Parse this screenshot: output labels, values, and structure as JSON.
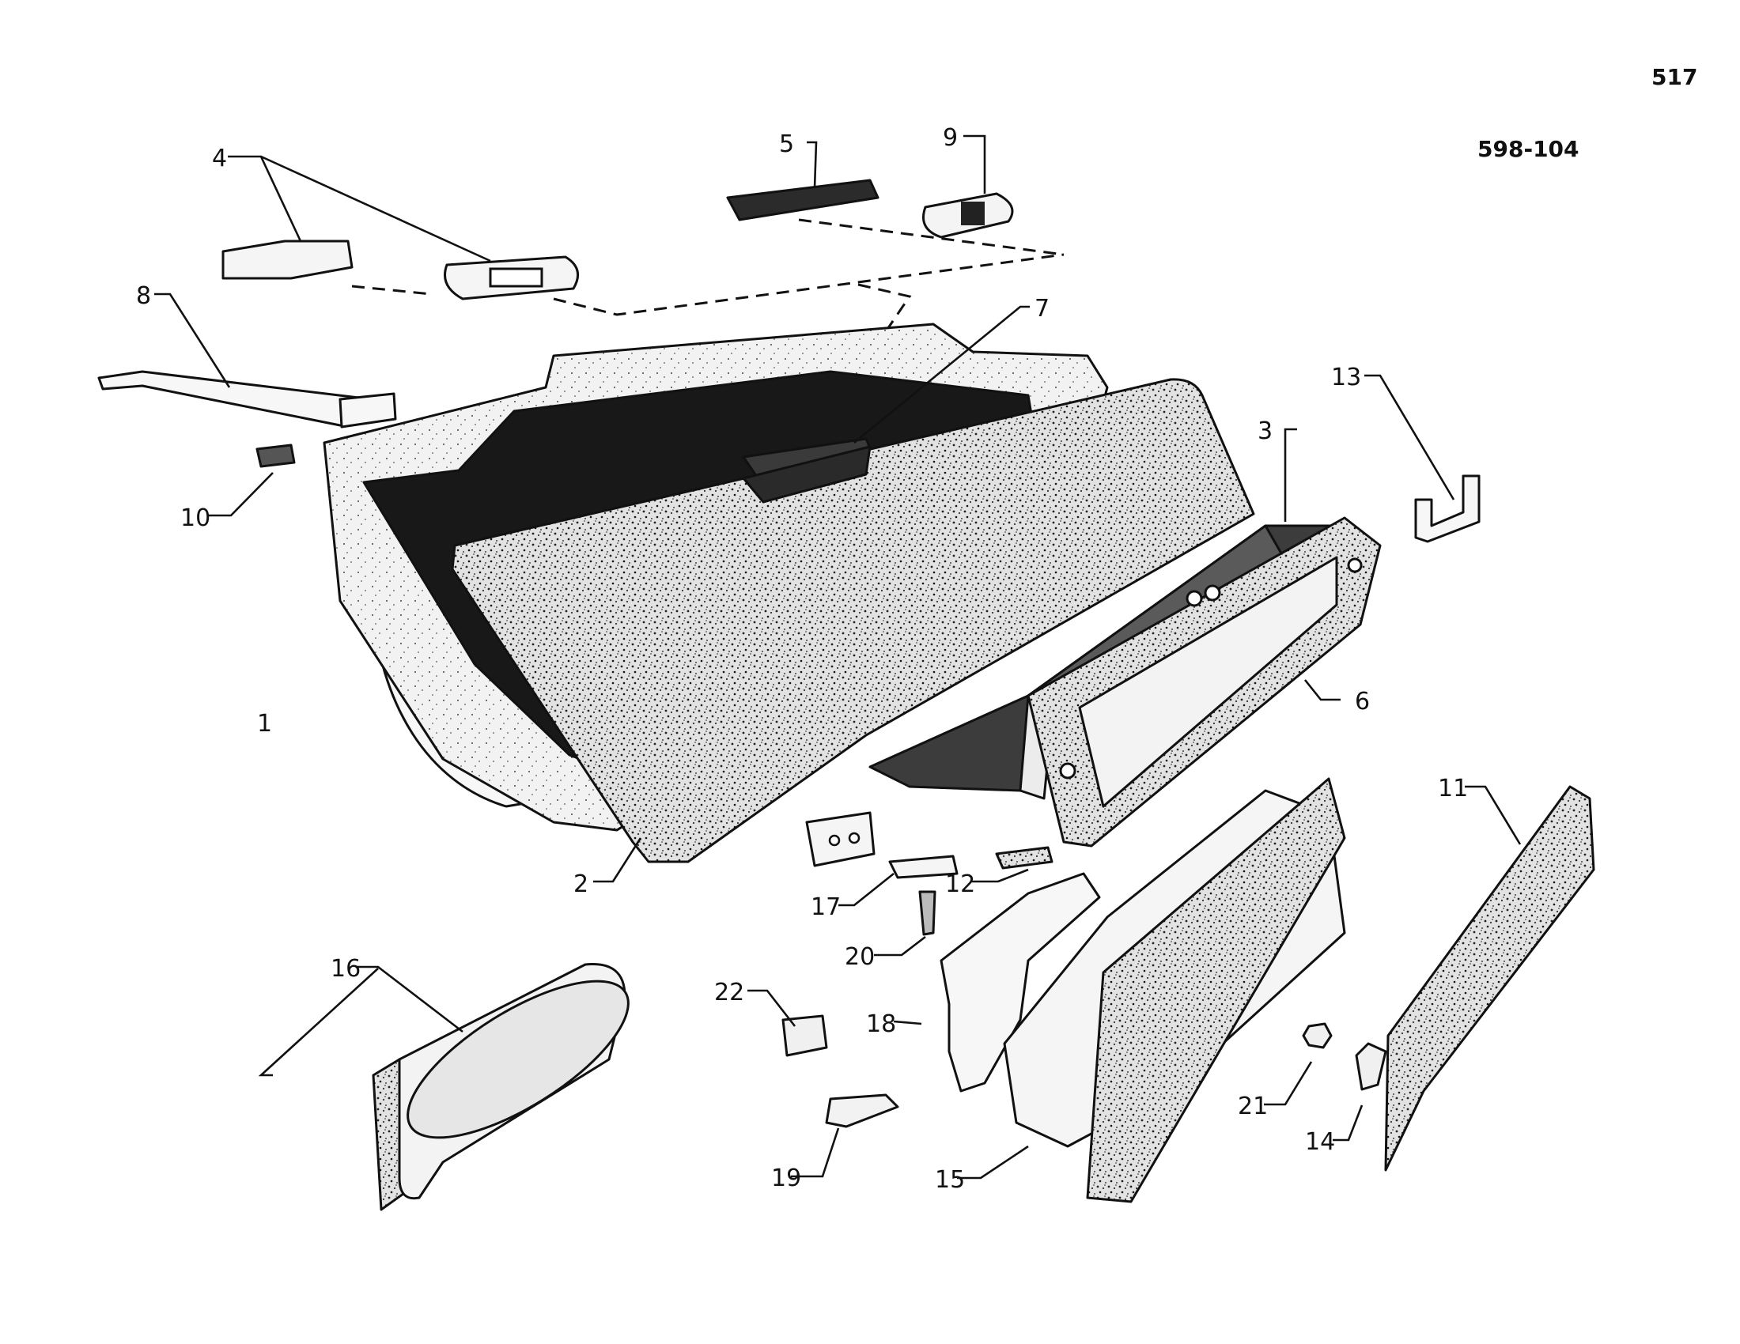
{
  "page_number": "517",
  "drawing_code": "598-104",
  "callouts": [
    "1",
    "2",
    "3",
    "4",
    "5",
    "6",
    "7",
    "8",
    "9",
    "10",
    "11",
    "12",
    "13",
    "14",
    "15",
    "16",
    "17",
    "18",
    "19",
    "20",
    "21",
    "22"
  ],
  "colors": {
    "ink": "#111111",
    "paper": "#ffffff",
    "felt": "#d9d9d9",
    "metal": "#eeeeee"
  }
}
